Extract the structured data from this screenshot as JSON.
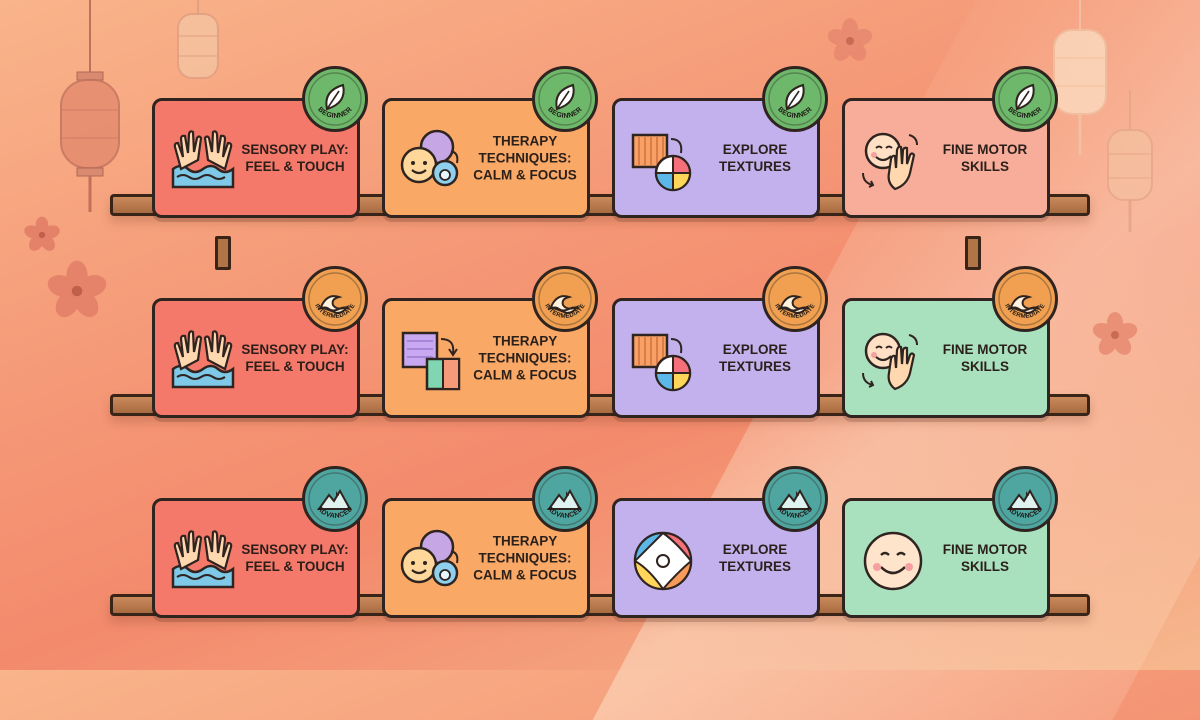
{
  "levels": [
    {
      "name": "beginner",
      "badge_label": "BEGINNER",
      "badge_icon": "leaf-icon",
      "badge_color": "#6db86a",
      "cards": [
        {
          "title_line1": "SENSORY PLAY:",
          "title_line2": "FEEL & TOUCH",
          "color": "#f4796a",
          "icon": "hands-water-icon"
        },
        {
          "title_line1": "THERAPY",
          "title_line2": "TECHNIQUES:",
          "title_line3": "CALM & FOCUS",
          "color": "#f9a866",
          "icon": "calm-face-icon"
        },
        {
          "title_line1": "EXPLORE",
          "title_line2": "TEXTURES",
          "color": "#c3b1ee",
          "icon": "textures-ball-icon"
        },
        {
          "title_line1": "FINE MOTOR",
          "title_line2": "SKILLS",
          "color": "#f7ad9a",
          "icon": "face-hand-icon"
        }
      ]
    },
    {
      "name": "intermediate",
      "badge_label": "INTERMEDIATE",
      "badge_icon": "wave-icon",
      "badge_color": "#f0a050",
      "cards": [
        {
          "title_line1": "SENSORY PLAY:",
          "title_line2": "FEEL & TOUCH",
          "color": "#f4796a",
          "icon": "hands-water-icon"
        },
        {
          "title_line1": "THERAPY",
          "title_line2": "TECHNIQUES:",
          "title_line3": "CALM & FOCUS",
          "color": "#f9a866",
          "icon": "fabric-swatches-icon"
        },
        {
          "title_line1": "EXPLORE",
          "title_line2": "TEXTURES",
          "color": "#c3b1ee",
          "icon": "textures-ball-icon"
        },
        {
          "title_line1": "FINE MOTOR",
          "title_line2": "SKILLS",
          "color": "#a9e0be",
          "icon": "face-hand-icon"
        }
      ]
    },
    {
      "name": "advanced",
      "badge_label": "ADVANCED",
      "badge_icon": "mountain-icon",
      "badge_color": "#4fa5a0",
      "cards": [
        {
          "title_line1": "SENSORY PLAY:",
          "title_line2": "FEEL & TOUCH",
          "color": "#f4796a",
          "icon": "hands-water-icon"
        },
        {
          "title_line1": "THERAPY",
          "title_line2": "TECHNIQUES:",
          "title_line3": "CALM & FOCUS",
          "color": "#f9a866",
          "icon": "calm-face-icon"
        },
        {
          "title_line1": "EXPLORE",
          "title_line2": "TEXTURES",
          "color": "#c3b1ee",
          "icon": "beach-ball-icon"
        },
        {
          "title_line1": "FINE MOTOR",
          "title_line2": "SKILLS",
          "color": "#a9e0be",
          "icon": "smiley-face-icon"
        }
      ]
    }
  ],
  "colors": {
    "outline": "#2f2420",
    "shelf_wood": "#b87a4c",
    "lantern": "#e8896f",
    "blossom": "#e7876f"
  }
}
